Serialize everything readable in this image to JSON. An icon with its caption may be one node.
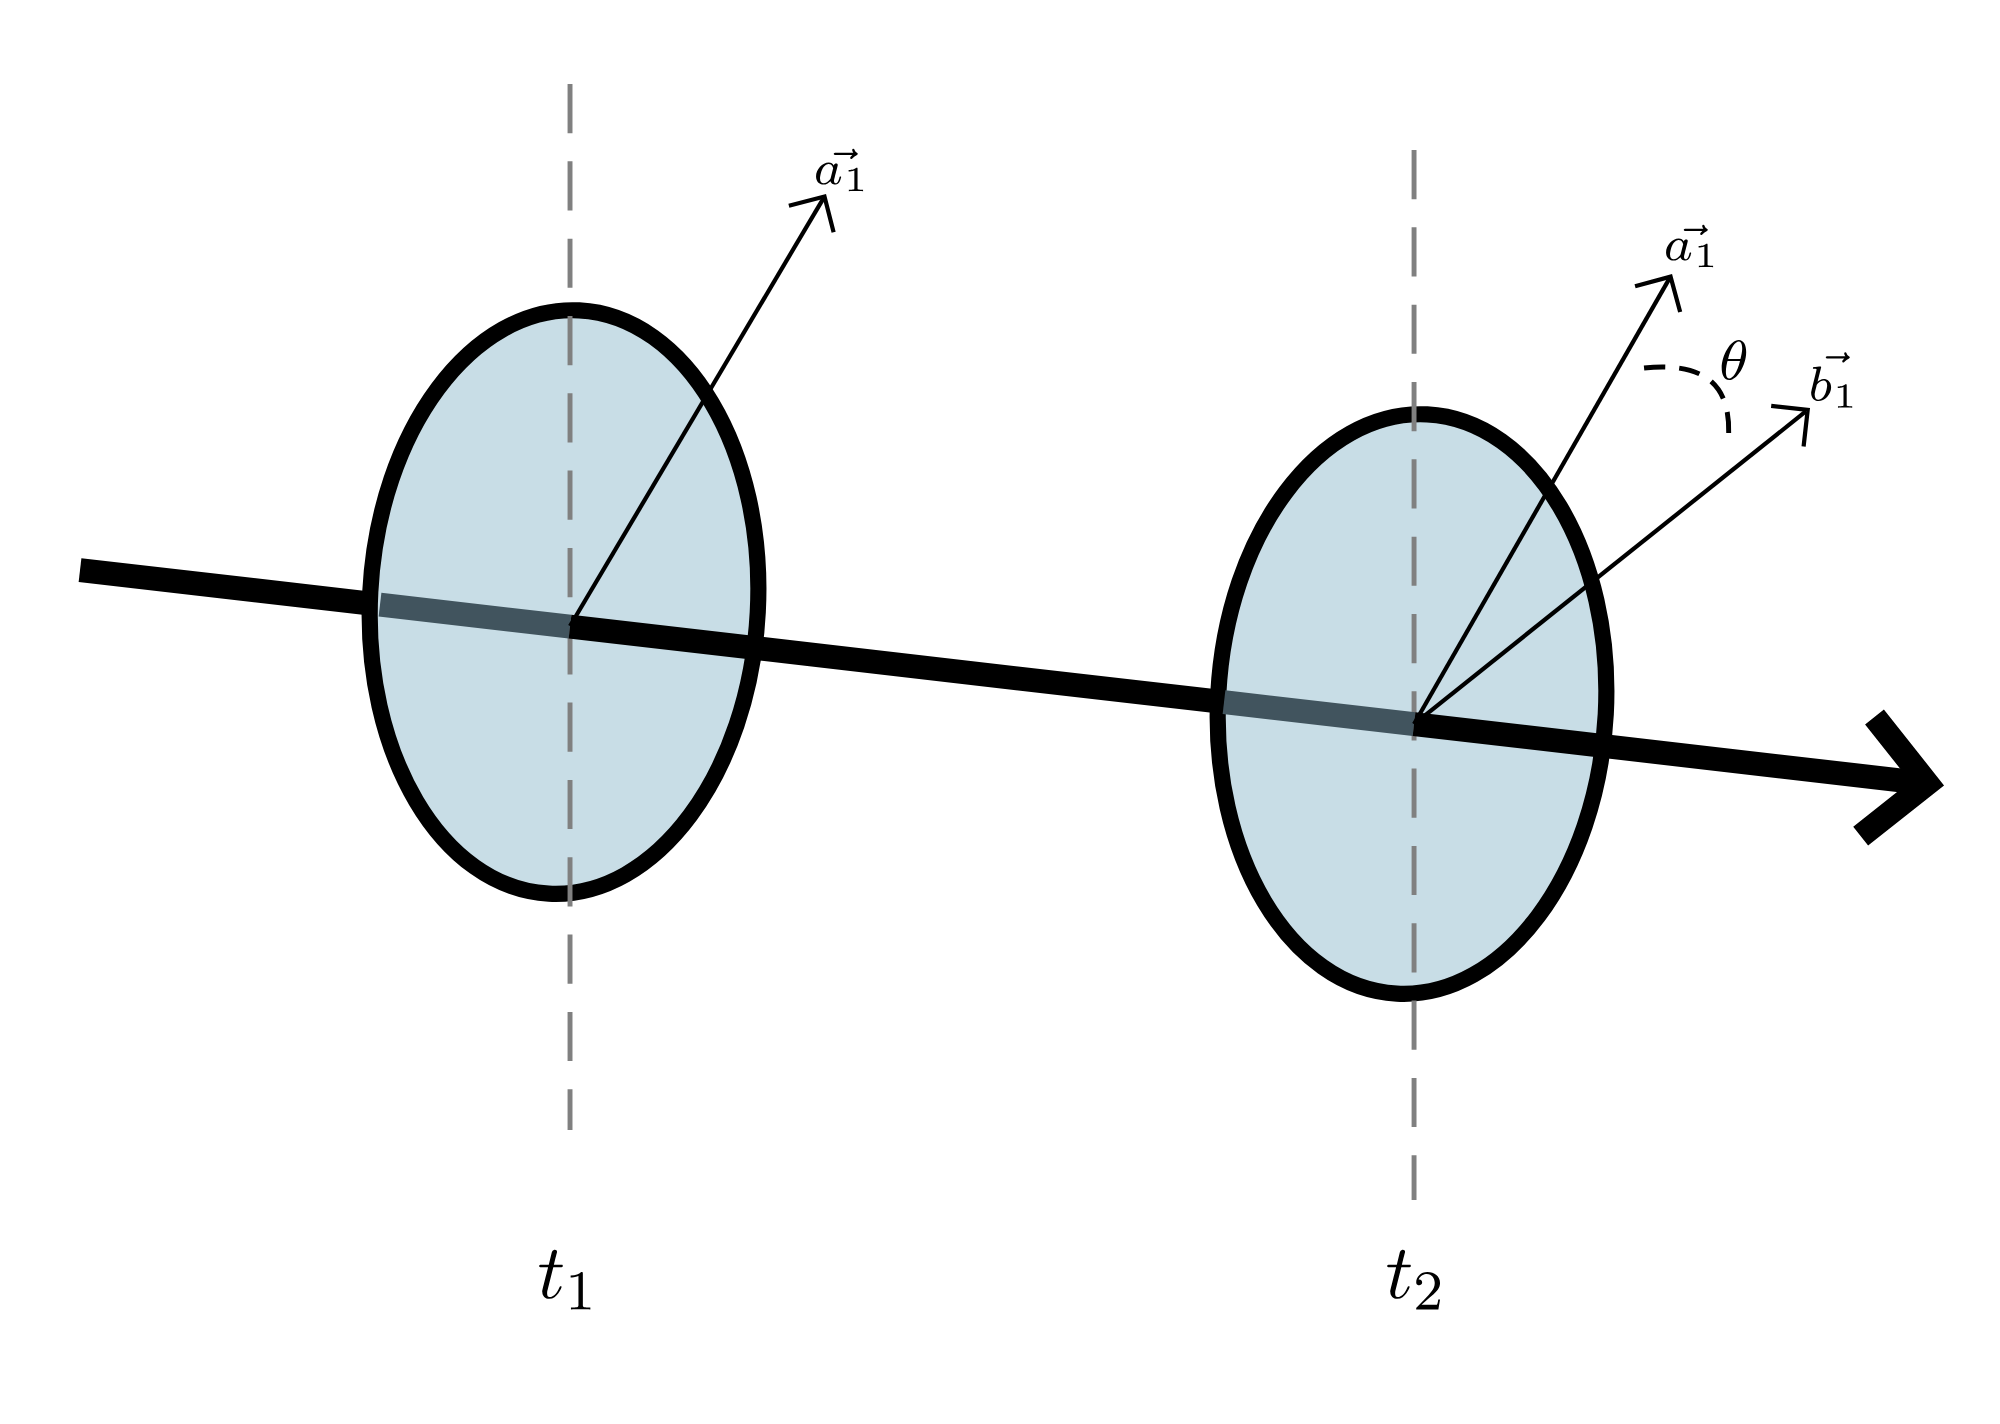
{
  "diagram": {
    "labels": [
      "\\vec{a_1}",
      "\\vec{a_1}",
      "\\theta",
      "\\vec{b_1}",
      "t_1",
      "t_2"
    ]
  }
}
